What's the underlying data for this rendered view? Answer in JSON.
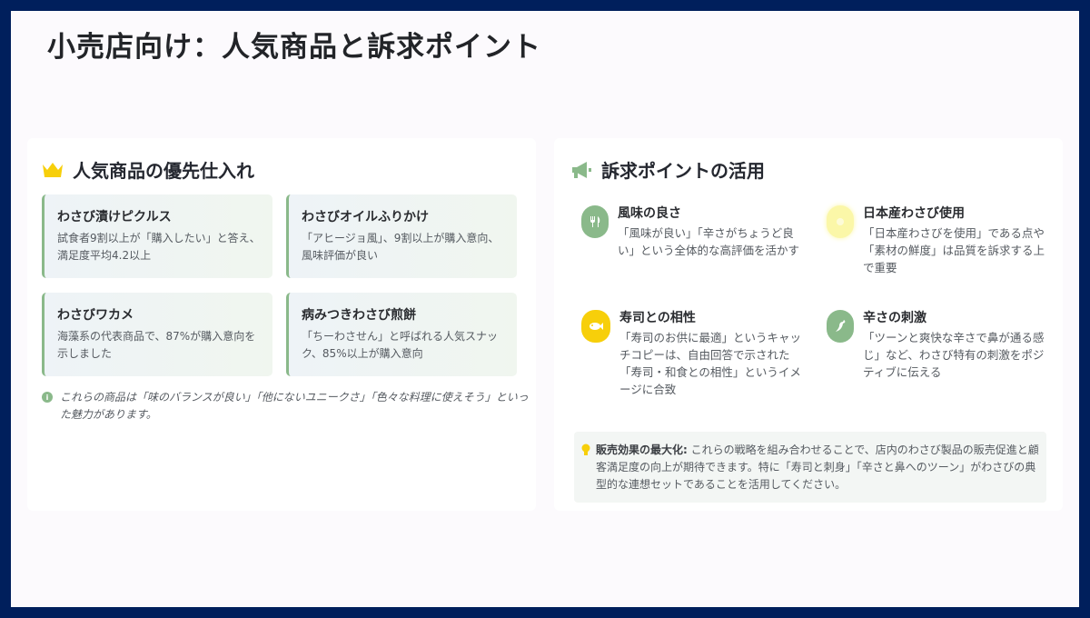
{
  "slide": {
    "title": "小売店向け：人気商品と訴求ポイント"
  },
  "left_panel": {
    "title": "人気商品の優先仕入れ",
    "icon": "crown-icon",
    "products": [
      {
        "name": "わさび漬けピクルス",
        "description": "試食者9割以上が「購入したい」と答え、満足度平均4.2以上"
      },
      {
        "name": "わさびオイルふりかけ",
        "description": "「アヒージョ風」、9割以上が購入意向、風味評価が良い"
      },
      {
        "name": "わさびワカメ",
        "description": "海藻系の代表商品で、87%が購入意向を示しました"
      },
      {
        "name": "病みつきわさび煎餅",
        "description": "「ちーわさせん」と呼ばれる人気スナック、85%以上が購入意向"
      }
    ],
    "note": {
      "icon": "info-icon",
      "text": "これらの商品は「味のバランスが良い」「他にないユニークさ」「色々な料理に使えそう」といった魅力があります。"
    }
  },
  "right_panel": {
    "title": "訴求ポイントの活用",
    "icon": "megaphone-icon",
    "appeals": [
      {
        "name": "風味の良さ",
        "icon": "utensils-icon",
        "color": "#8ab98a",
        "description": "「風味が良い」「辛さがちょうど良い」という全体的な高評価を活かす"
      },
      {
        "name": "日本産わさび使用",
        "icon": "leaf-icon",
        "color": "#fbf7a8",
        "description": "「日本産わさびを使用」である点や「素材の鮮度」は品質を訴求する上で重要"
      },
      {
        "name": "寿司との相性",
        "icon": "fish-icon",
        "color": "#f7cf0a",
        "description": "「寿司のお供に最適」というキャッチコピーは、自由回答で示された「寿司・和食との相性」というイメージに合致"
      },
      {
        "name": "辛さの刺激",
        "icon": "pepper-icon",
        "color": "#8ab98a",
        "description": "「ツーンと爽快な辛さで鼻が通る感じ」など、わさび特有の刺激をポジティブに伝える"
      }
    ],
    "tip": {
      "icon": "lightbulb-icon",
      "label": "販売効果の最大化:",
      "text": " これらの戦略を組み合わせることで、店内のわさび製品の販売促進と顧客満足度の向上が期待できます。特に「寿司と刺身」「辛さと鼻へのツーン」がわさびの典型的な連想セットであることを活用してください。"
    }
  },
  "colors": {
    "frame": "#001f5c",
    "accent_green": "#8ab98a",
    "accent_yellow": "#f7cf0a"
  }
}
